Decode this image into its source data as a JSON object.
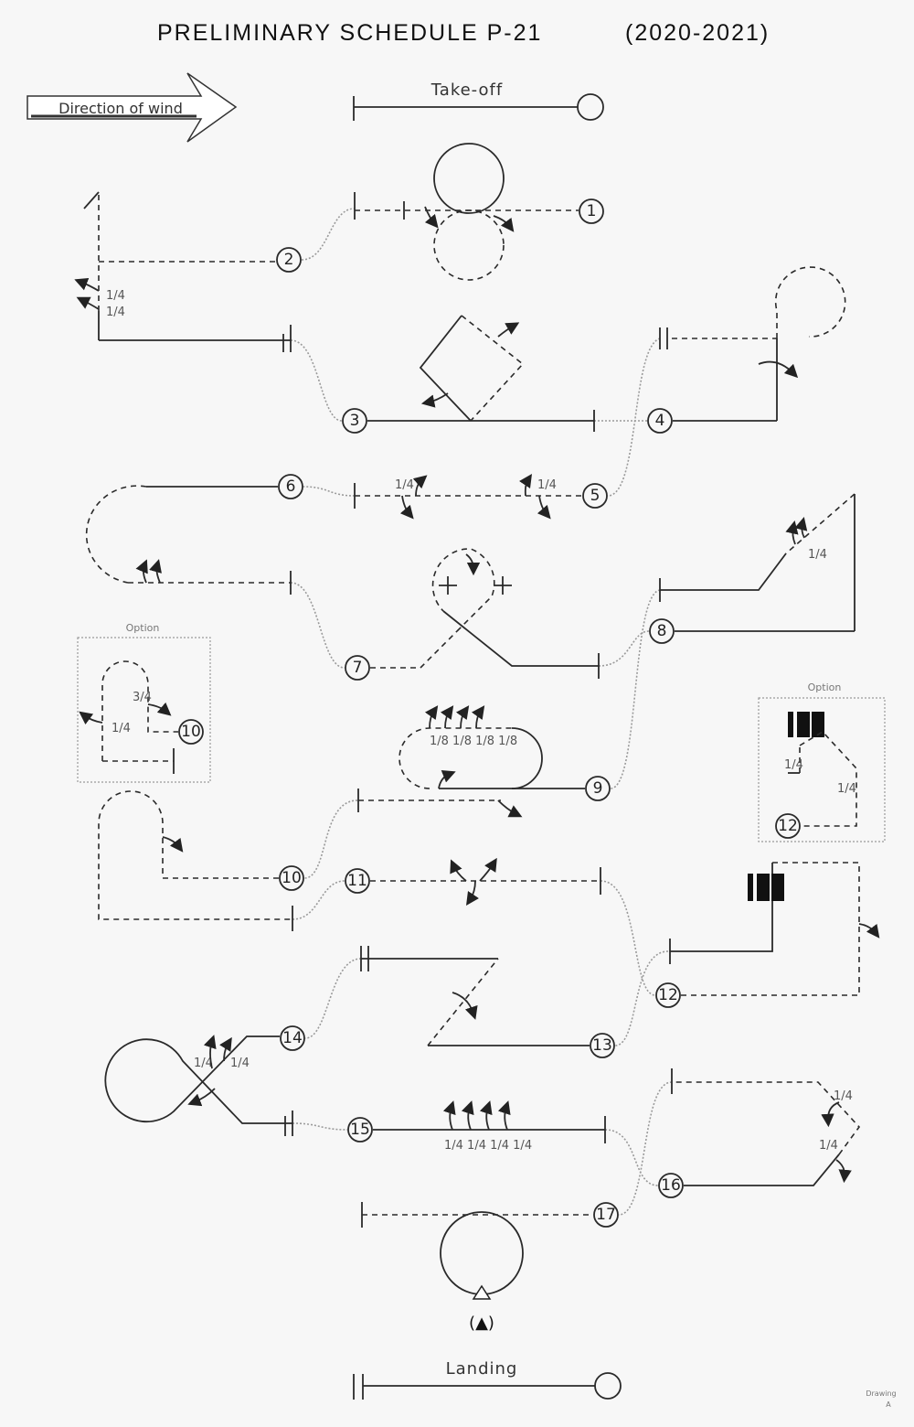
{
  "title": "PRELIMINARY SCHEDULE P-21",
  "years": "(2020-2021)",
  "wind_label": "Direction of wind",
  "takeoff_label": "Take-off",
  "landing_label": "Landing",
  "option_label": "Option",
  "landing_symbol": "(▲)",
  "drawing_label": [
    "Drawing",
    "A"
  ],
  "figures": [
    "1",
    "2",
    "3",
    "4",
    "5",
    "6",
    "7",
    "8",
    "9",
    "10",
    "11",
    "12",
    "13",
    "14",
    "15",
    "16",
    "17"
  ],
  "fractions": {
    "f2a": "1/4",
    "f2b": "1/4",
    "f5a": "1/4",
    "f5b": "1/4",
    "f8": "1/4",
    "f9": "1/8 1/8 1/8 1/8",
    "opt10a": "3/4",
    "opt10b": "1/4",
    "opt12a": "1/4",
    "opt12b": "1/4",
    "f14a": "1/4",
    "f14b": "1/4",
    "f15": "1/4 1/4 1/4 1/4",
    "f16a": "1/4",
    "f16b": "1/4"
  }
}
